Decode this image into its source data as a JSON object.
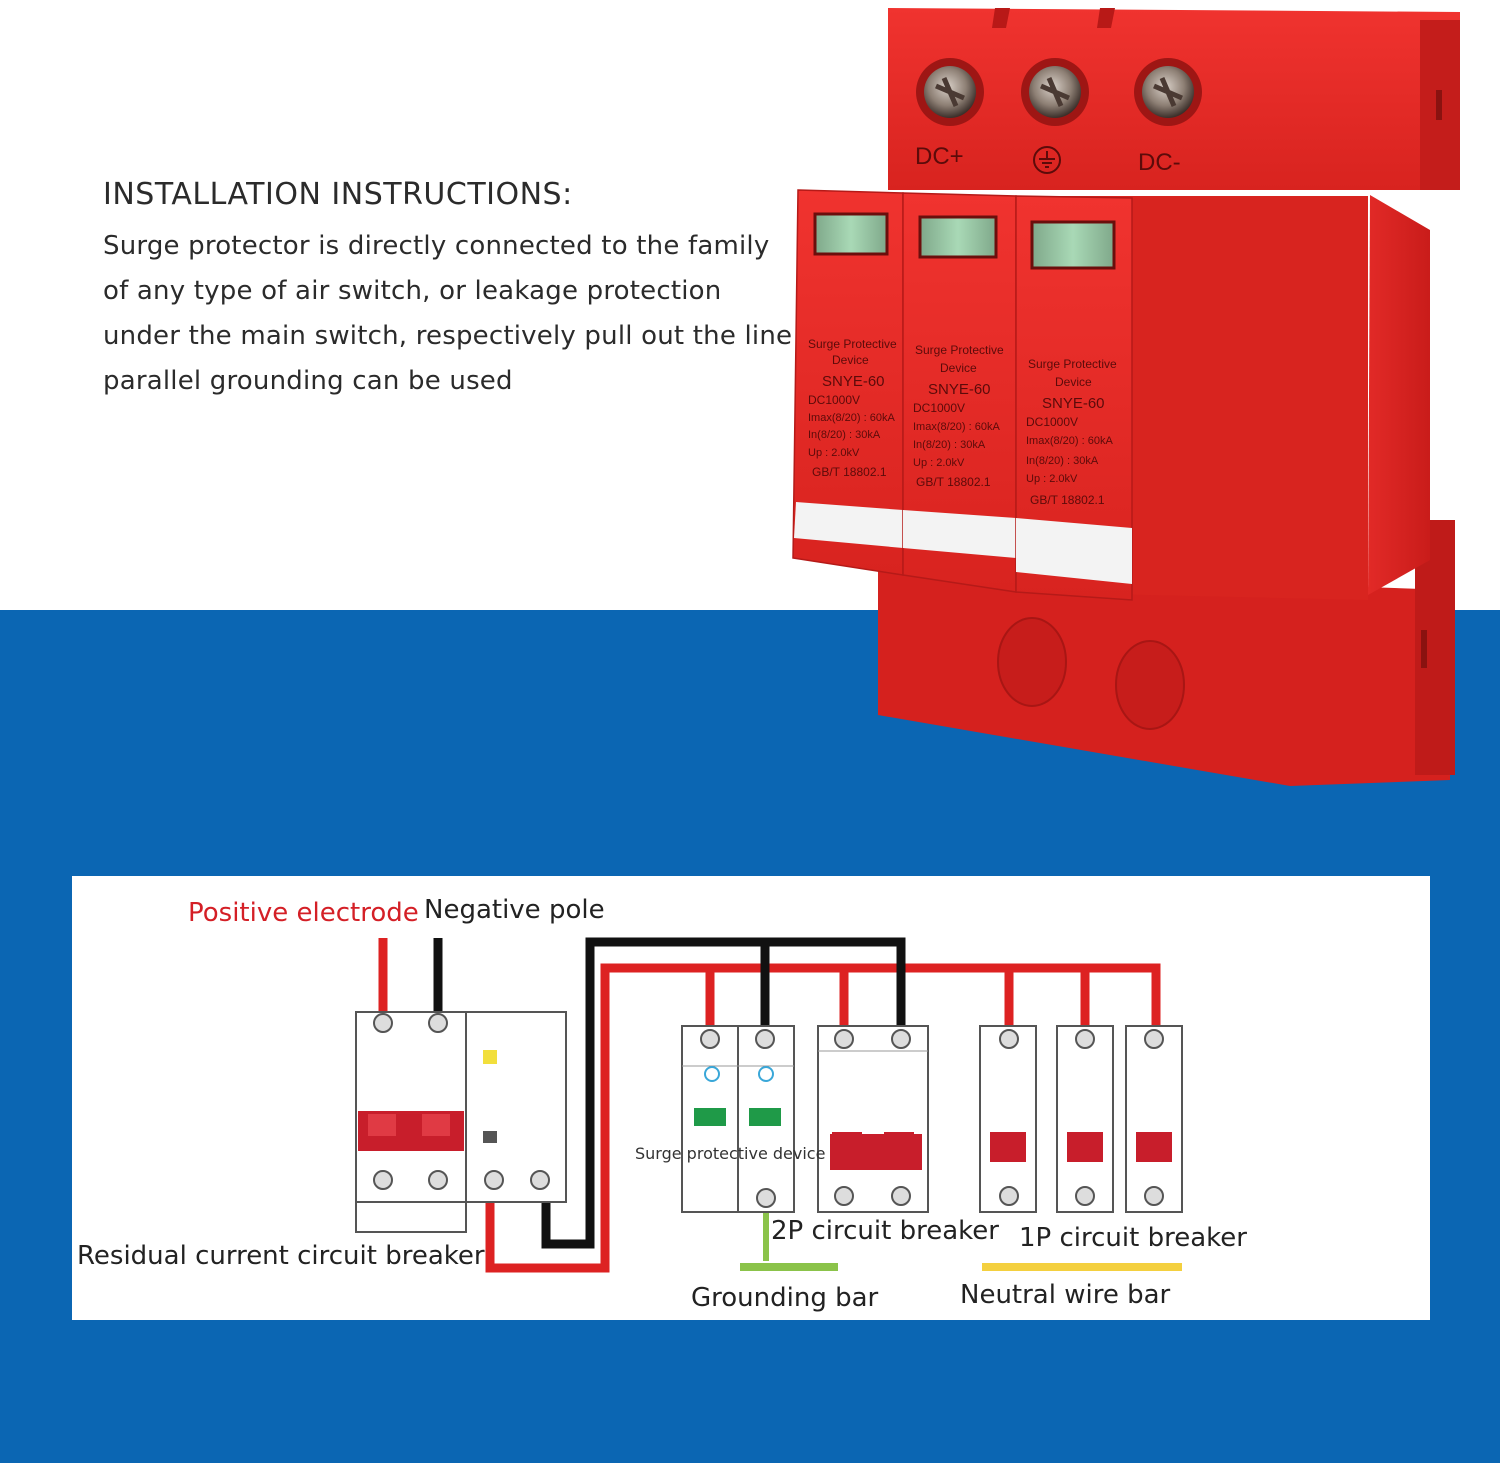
{
  "colors": {
    "background_blue": "#0b66b3",
    "device_red": "#e62e2b",
    "wire_red": "#dd2222",
    "wire_black": "#111111",
    "ground_green": "#8bc34a",
    "neutral_yellow": "#f4d03f"
  },
  "instructions": {
    "title": "INSTALLATION INSTRUCTIONS:",
    "body": "Surge protector is directly connected to the family of any type of air switch, or leakage protection under the main switch, respectively pull out the line parallel grounding can be used"
  },
  "product": {
    "terminals": [
      "DC+",
      "DC-"
    ],
    "ground_symbol_icon": "ground-icon",
    "modules": [
      {
        "line1": "Surge Protective",
        "line2": "Device",
        "model": "SNYE-60",
        "voltage": "DC1000V",
        "imax": "Imax(8/20) : 60kA",
        "in": "In(8/20) : 30kA",
        "up": "Up : 2.0kV",
        "standard": "GB/T 18802.1"
      },
      {
        "line1": "Surge Protective",
        "line2": "Device",
        "model": "SNYE-60",
        "voltage": "DC1000V",
        "imax": "Imax(8/20) : 60kA",
        "in": "In(8/20) : 30kA",
        "up": "Up : 2.0kV",
        "standard": "GB/T 18802.1"
      },
      {
        "line1": "Surge Protective",
        "line2": "Device",
        "model": "SNYE-60",
        "voltage": "DC1000V",
        "imax": "Imax(8/20) : 60kA",
        "in": "In(8/20) : 30kA",
        "up": "Up : 2.0kV",
        "standard": "GB/T 18802.1"
      }
    ]
  },
  "diagram": {
    "labels": {
      "positive": "Positive electrode",
      "negative": "Negative pole",
      "rccb": "Residual current circuit breaker",
      "spd": "Surge protective device",
      "breaker_2p": "2P circuit breaker",
      "breaker_1p": "1P circuit breaker",
      "grounding": "Grounding bar",
      "neutral": "Neutral wire bar"
    }
  }
}
